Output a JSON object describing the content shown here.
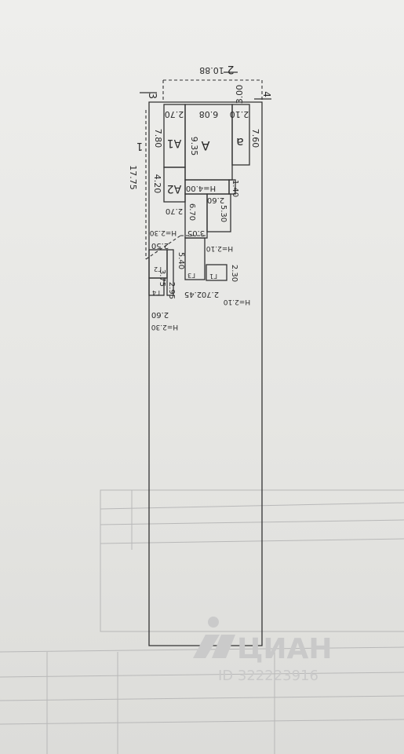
{
  "plan": {
    "dimensions": {
      "top_total": "10.88",
      "top_right_small": "3.00",
      "left_total": "17.75",
      "left_upper": "7.80",
      "left_lower": "4.20",
      "a_top": "2.70",
      "main_top": "6.08",
      "right_top": "2.10",
      "right_height": "7.60",
      "main_height": "9.35",
      "h_main": "H=4.00",
      "d140": "1.40",
      "d260": "2.60",
      "d530": "5.30",
      "d670": "6.70",
      "d270b": "2.70",
      "d305": "3.05",
      "h210a": "H=2.10",
      "h230a": "H=2.30",
      "d250": "2.50",
      "d540": "5.40",
      "d375": "3.75",
      "d295": "2.95",
      "d245": "2.45",
      "d270c": "2.70",
      "d230": "2.30",
      "h210b": "H=2.10",
      "d260b": "2.60",
      "h230b": "H=2.30"
    },
    "rooms": {
      "a": "А",
      "a1": "А1",
      "a2": "А2",
      "a_ext": "а",
      "g1": "Г1",
      "g2": "Г2",
      "g3": "Г3",
      "g4": "Г4"
    },
    "markers": {
      "m1": "1",
      "m2": "2",
      "m3": "3",
      "m4": "4"
    }
  },
  "watermark": {
    "brand": "ЦИАН",
    "id_text": "ID 322223916"
  }
}
